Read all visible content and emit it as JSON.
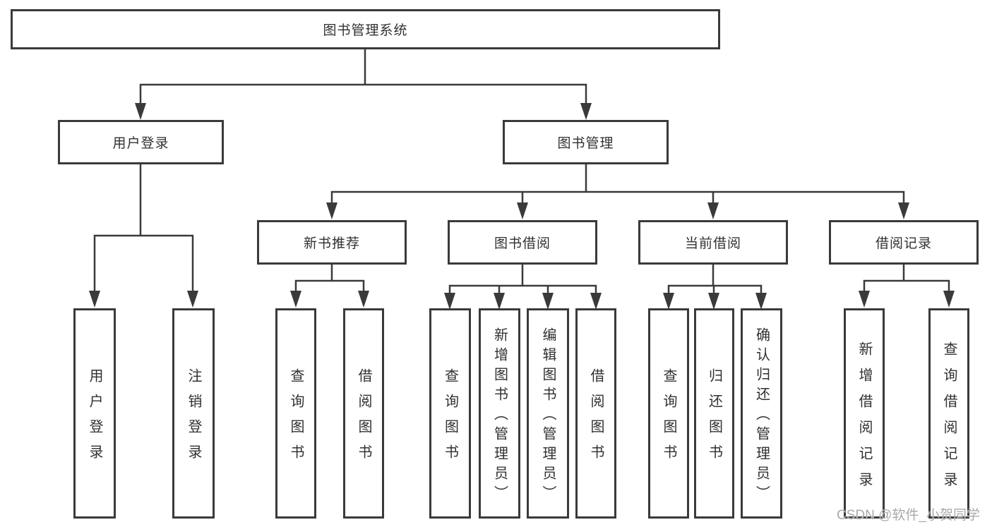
{
  "diagram": {
    "type": "tree",
    "root": {
      "label": "图书管理系统"
    },
    "level2": [
      {
        "id": "user-login",
        "parent": "图书管理系统",
        "label": "用户登录"
      },
      {
        "id": "book-management",
        "parent": "图书管理系统",
        "label": "图书管理"
      }
    ],
    "level3": [
      {
        "id": "new-book-recommend",
        "parent": "图书管理",
        "label": "新书推荐"
      },
      {
        "id": "book-borrowing",
        "parent": "图书管理",
        "label": "图书借阅"
      },
      {
        "id": "current-borrowing",
        "parent": "图书管理",
        "label": "当前借阅"
      },
      {
        "id": "borrowing-records",
        "parent": "图书管理",
        "label": "借阅记录"
      }
    ],
    "leaves": [
      {
        "parent": "用户登录",
        "label": "用户登录"
      },
      {
        "parent": "用户登录",
        "label": "注销登录"
      },
      {
        "parent": "新书推荐",
        "label": "查询图书"
      },
      {
        "parent": "新书推荐",
        "label": "借阅图书"
      },
      {
        "parent": "图书借阅",
        "label": "查询图书"
      },
      {
        "parent": "图书借阅",
        "label": "新增图书（管理员）"
      },
      {
        "parent": "图书借阅",
        "label": "编辑图书（管理员）"
      },
      {
        "parent": "图书借阅",
        "label": "借阅图书"
      },
      {
        "parent": "当前借阅",
        "label": "查询图书"
      },
      {
        "parent": "当前借阅",
        "label": "归还图书"
      },
      {
        "parent": "当前借阅",
        "label": "确认归还（管理员）"
      },
      {
        "parent": "借阅记录",
        "label": "新增借阅记录"
      },
      {
        "parent": "借阅记录",
        "label": "查询借阅记录"
      }
    ],
    "colors": {
      "line": "#3a3a3a",
      "text": "#303030",
      "box_background": "#ffffff",
      "watermark": "#a9a9a9"
    }
  },
  "watermark": {
    "text": "CSDN @软件_小贺同学"
  }
}
